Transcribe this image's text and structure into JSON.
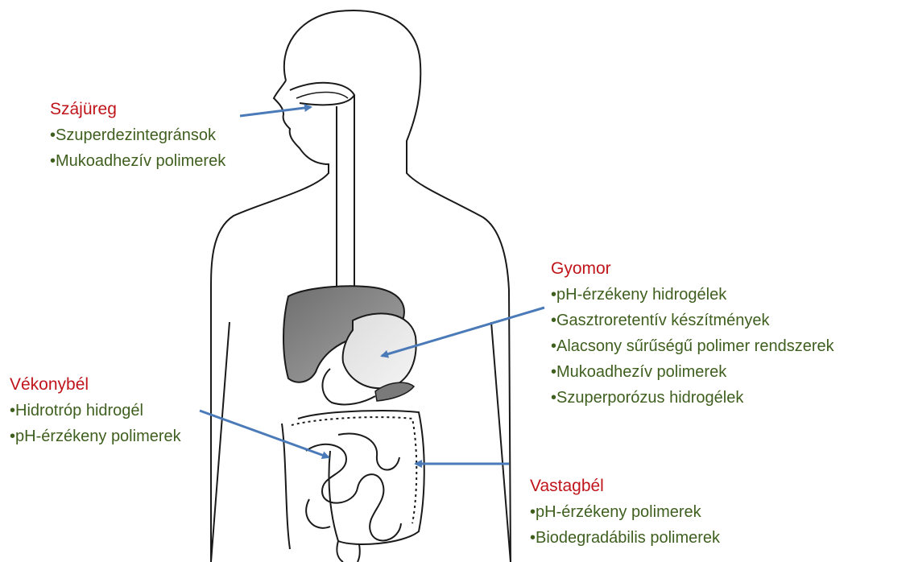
{
  "colors": {
    "title": "#c0151b",
    "item": "#3f5f1f",
    "arrow": "#4a7ab8",
    "outline": "#1a1a1a",
    "organ": "#8a8a8a"
  },
  "regions": {
    "mouth": {
      "title": "Szájüreg",
      "items": [
        "•Szuperdezintegránsok",
        "•Mukoadhezív polimerek"
      ]
    },
    "stomach": {
      "title": "Gyomor",
      "items": [
        "•pH-érzékeny hidrogélek",
        "•Gasztroretentív készítmények",
        "•Alacsony sűrűségű polimer rendszerek",
        "•Mukoadhezív polimerek",
        "•Szuperporózus hidrogélek"
      ]
    },
    "small_intestine": {
      "title": "Vékonybél",
      "items": [
        "•Hidrotróp hidrogél",
        "•pH-érzékeny polimerek"
      ]
    },
    "large_intestine": {
      "title": "Vastagbél",
      "items": [
        "•pH-érzékeny  polimerek",
        "•Biodegradábilis polimerek"
      ]
    }
  }
}
